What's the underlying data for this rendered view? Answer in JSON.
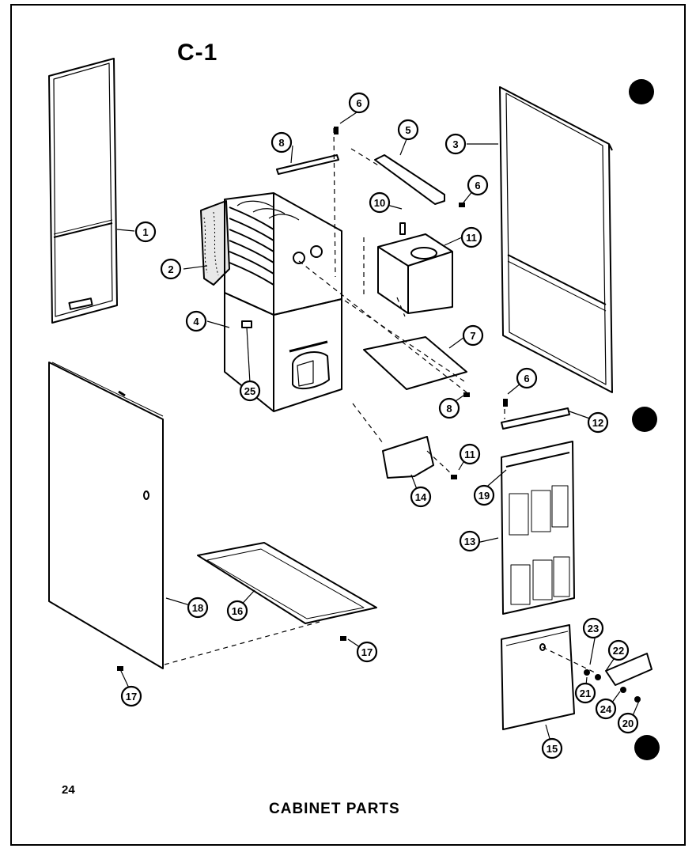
{
  "diagram": {
    "title": "C-1",
    "page_number": "24",
    "caption": "CABINET PARTS",
    "callouts": {
      "c1": "1",
      "c2": "2",
      "c3": "3",
      "c4": "4",
      "c5": "5",
      "c6a": "6",
      "c6b": "6",
      "c6c": "6",
      "c7": "7",
      "c8a": "8",
      "c8b": "8",
      "c10": "10",
      "c11a": "11",
      "c11b": "11",
      "c12": "12",
      "c13": "13",
      "c14": "14",
      "c15": "15",
      "c16": "16",
      "c17a": "17",
      "c17b": "17",
      "c18": "18",
      "c19": "19",
      "c20": "20",
      "c21": "21",
      "c22": "22",
      "c23": "23",
      "c24": "24",
      "c25": "25"
    }
  }
}
